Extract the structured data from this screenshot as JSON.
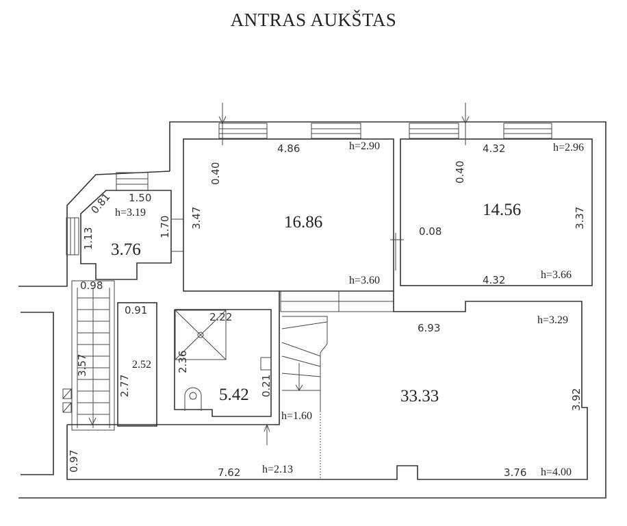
{
  "title": "ANTRAS AUKŠTAS",
  "rooms": {
    "r1": {
      "area": "16.86",
      "width": "4.86",
      "height_top": "h=2.90",
      "height_bottom": "h=3.60",
      "depth": "3.47",
      "offset": "0.40"
    },
    "r2": {
      "area": "14.56",
      "width_top": "4.32",
      "width_bottom": "4.32",
      "height_top": "h=2.96",
      "height_bottom": "h=3.66",
      "depth": "3.37",
      "offset": "0.40",
      "wall": "0.08"
    },
    "r3": {
      "area": "3.76",
      "width": "1.50",
      "height": "h=3.19",
      "diag": "0.81",
      "side": "1.13",
      "right": "1.70"
    },
    "r4": {
      "area": "33.33",
      "width_top": "6.93",
      "width_bottom": "3.76",
      "height_top": "h=3.29",
      "height_bottom": "h=4.00",
      "depth": "3.92"
    },
    "r5": {
      "area": "5.42",
      "width": "2.22",
      "depth": "2.36",
      "small": "0.21"
    },
    "stair": {
      "width": "0.98",
      "length": "3.57"
    },
    "closet": {
      "area": "2.52",
      "width": "0.91",
      "length": "2.77"
    },
    "corridor": {
      "length": "7.62",
      "width": "0.97",
      "height": "h=2.13"
    },
    "stair2": {
      "height": "h=1.60"
    }
  }
}
